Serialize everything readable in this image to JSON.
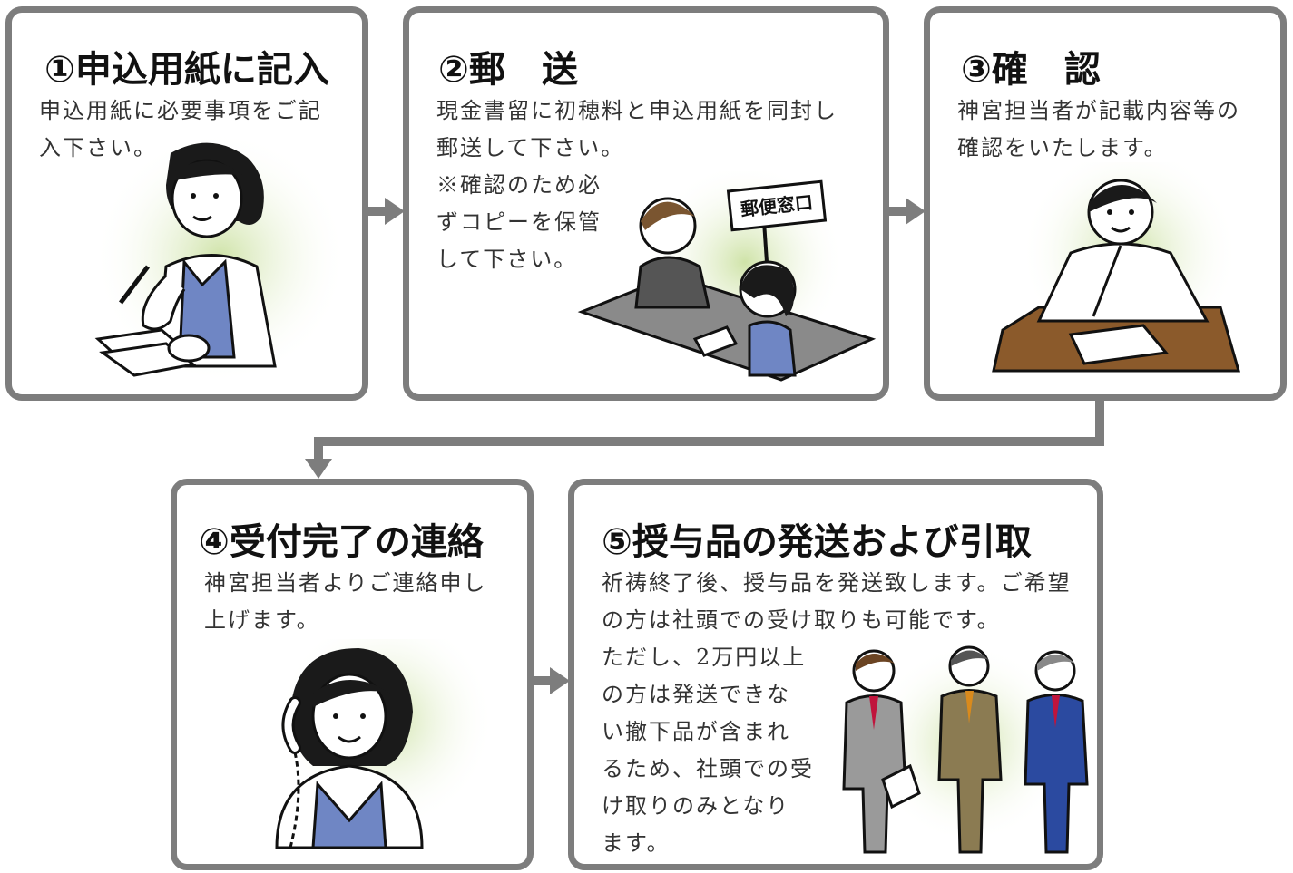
{
  "steps": [
    {
      "title": "①申込用紙に記入",
      "lines": [
        "申込用紙に必要事項をご記",
        "入下さい。"
      ]
    },
    {
      "title": "②郵　送",
      "lines": [
        "現金書留に初穂料と申込用紙を同封し",
        "郵送して下さい。"
      ],
      "note_lines": [
        "※確認のため必",
        "ずコピーを保管",
        "して下さい。"
      ],
      "sign": "郵便窓口"
    },
    {
      "title": "③確　認",
      "lines": [
        "神宮担当者が記載内容等の",
        "確認をいたします。"
      ]
    },
    {
      "title": "④受付完了の連絡",
      "lines": [
        "神宮担当者よりご連絡申し",
        "上げます。"
      ]
    },
    {
      "title": "⑤授与品の発送および引取",
      "lines": [
        "祈祷終了後、授与品を発送致します。ご希望",
        "の方は社頭での受け取りも可能です。"
      ],
      "note_lines": [
        "ただし、2万円以上",
        "の方は発送できな",
        "い撤下品が含まれ",
        "るため、社頭での受",
        "け取りのみとなり",
        "ます。"
      ]
    }
  ],
  "colors": {
    "border": "#7d7d7d",
    "arrow": "#7d7d7d",
    "glow": "#cfe3a8"
  }
}
